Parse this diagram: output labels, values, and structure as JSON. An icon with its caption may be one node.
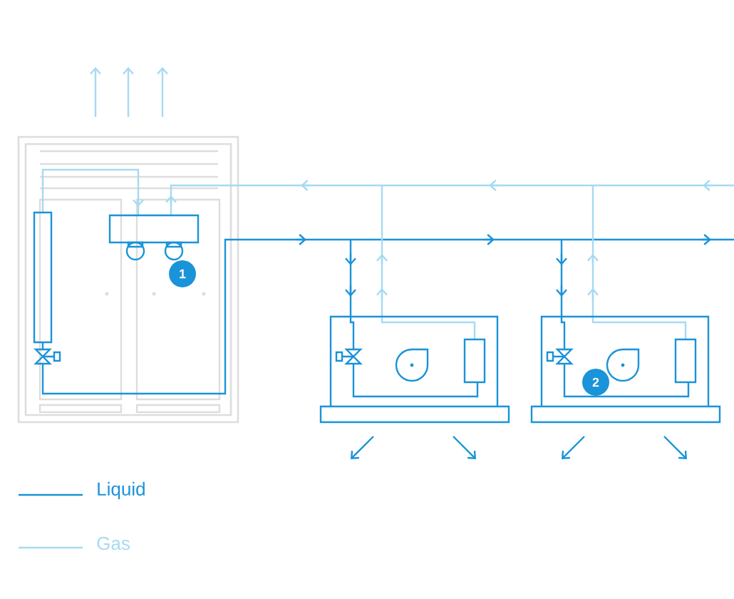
{
  "diagram": {
    "nodes": [
      {
        "text": [
          "1"
        ]
      },
      {
        "text": [
          "2"
        ]
      }
    ],
    "legend": [
      {
        "text": "Liquid",
        "color": "#1a93d8"
      },
      {
        "text": "Gas",
        "color": "#a6daf2"
      }
    ]
  }
}
